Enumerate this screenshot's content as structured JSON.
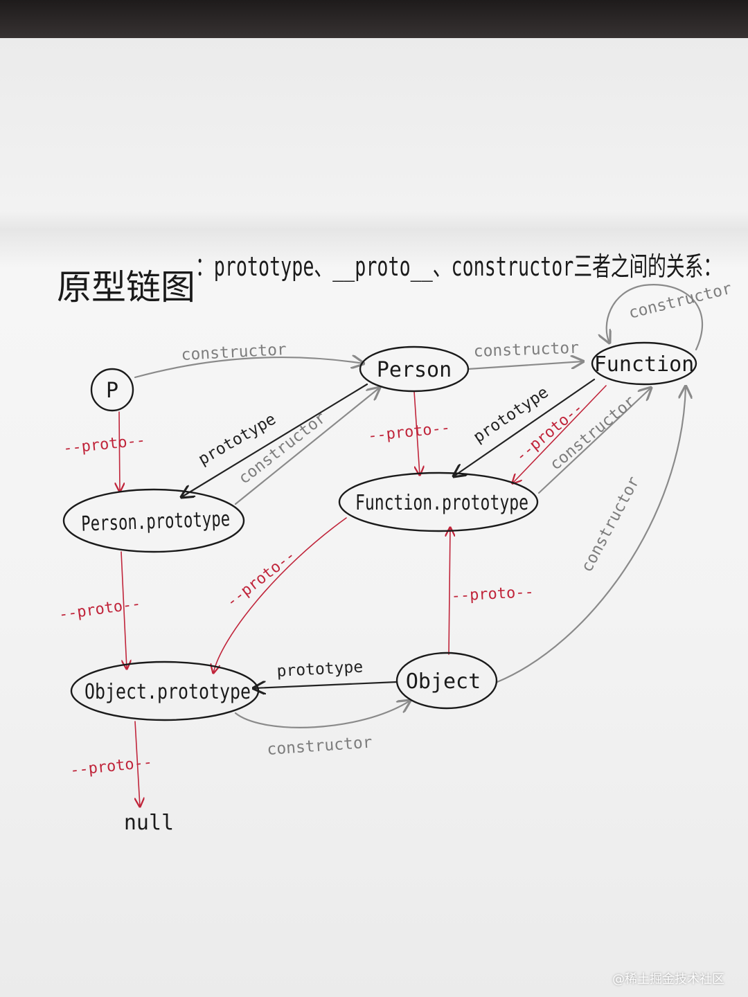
{
  "title": {
    "chinese": "原型链图",
    "rest": "：prototype、__proto__、constructor三者之间的关系："
  },
  "nodes": {
    "p": "P",
    "person": "Person",
    "function": "Function",
    "person_prototype": "Person.prototype",
    "function_prototype": "Function.prototype",
    "object_prototype": "Object.prototype",
    "object": "Object",
    "null": "null"
  },
  "edges": [
    {
      "from": "P",
      "to": "Person",
      "label": "constructor",
      "kind": "constructor"
    },
    {
      "from": "Person",
      "to": "Function",
      "label": "constructor",
      "kind": "constructor"
    },
    {
      "from": "Function",
      "to": "Function",
      "label": "constructor",
      "kind": "constructor"
    },
    {
      "from": "P",
      "to": "Person.prototype",
      "label": "--proto--",
      "kind": "proto"
    },
    {
      "from": "Person",
      "to": "Person.prototype",
      "label": "prototype",
      "kind": "prototype"
    },
    {
      "from": "Person.prototype",
      "to": "Person",
      "label": "constructor",
      "kind": "constructor"
    },
    {
      "from": "Person",
      "to": "Function.prototype",
      "label": "--proto--",
      "kind": "proto"
    },
    {
      "from": "Function",
      "to": "Function.prototype",
      "label": "prototype",
      "kind": "prototype"
    },
    {
      "from": "Function",
      "to": "Function.prototype",
      "label": "--proto--",
      "kind": "proto"
    },
    {
      "from": "Function.prototype",
      "to": "Function",
      "label": "constructor",
      "kind": "constructor"
    },
    {
      "from": "Person.prototype",
      "to": "Object.prototype",
      "label": "--proto--",
      "kind": "proto"
    },
    {
      "from": "Function.prototype",
      "to": "Object.prototype",
      "label": "--proto--",
      "kind": "proto"
    },
    {
      "from": "Object",
      "to": "Function.prototype",
      "label": "--proto--",
      "kind": "proto"
    },
    {
      "from": "Object",
      "to": "Object.prototype",
      "label": "prototype",
      "kind": "prototype"
    },
    {
      "from": "Object.prototype",
      "to": "Object",
      "label": "constructor",
      "kind": "constructor"
    },
    {
      "from": "Object",
      "to": "Function",
      "label": "constructor",
      "kind": "constructor"
    },
    {
      "from": "Object.prototype",
      "to": "null",
      "label": "--proto--",
      "kind": "proto"
    }
  ],
  "colors": {
    "proto": "#c0243a",
    "prototype": "#222222",
    "constructor": "#8a8a8a"
  },
  "watermark": "@稀土掘金技术社区"
}
